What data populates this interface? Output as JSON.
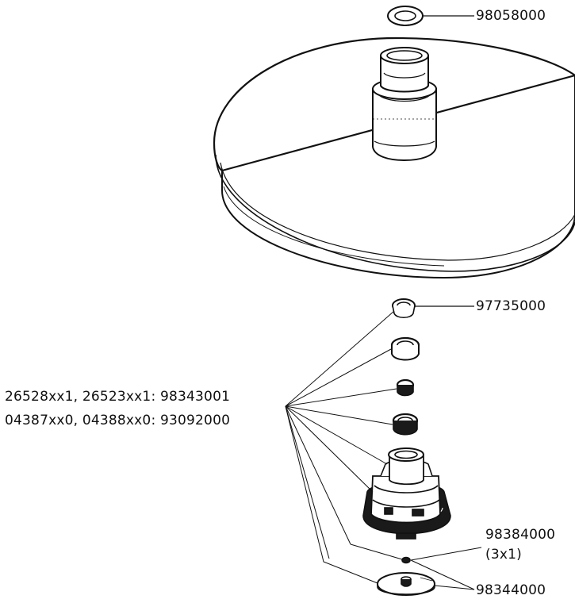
{
  "parts": [
    {
      "id": "seal-top",
      "part_number": "98058000"
    },
    {
      "id": "flow-insert",
      "part_number": "97735000"
    },
    {
      "id": "ball-joint",
      "part_number": "98343001 / 93092000"
    },
    {
      "id": "o-ring",
      "part_number": "98384000"
    },
    {
      "id": "spray-disc",
      "part_number": "98344000"
    }
  ],
  "labels": {
    "top": "98058000",
    "insert": "97735000",
    "group_line1": "26528xx1, 26523xx1: 98343001",
    "group_line2": "04387xx0, 04388xx0: 93092000",
    "oring": "98384000",
    "oring_qty": "(3x1)",
    "disc": "98344000"
  },
  "colors": {
    "line": "#111111",
    "fill": "#ffffff",
    "shade": "#1a1a1a"
  }
}
